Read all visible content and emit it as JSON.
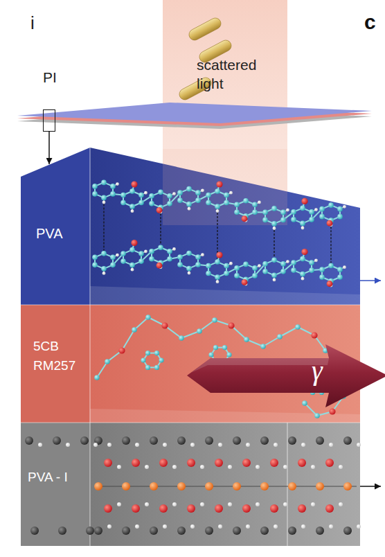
{
  "diagram": {
    "nodes": [
      {
        "text": [
          "PI"
        ]
      },
      {
        "text": [
          "PVA"
        ]
      },
      {
        "text": [
          "5CB RM257"
        ]
      },
      {
        "text": [
          "γ"
        ],
        "in": 2
      },
      {
        "text": [
          "PVA - I"
        ]
      }
    ],
    "edges": [
      {
        "from": 0,
        "to": 1,
        "arrow": "to"
      }
    ],
    "labels": [
      "i",
      "c",
      "scattered light"
    ]
  }
}
